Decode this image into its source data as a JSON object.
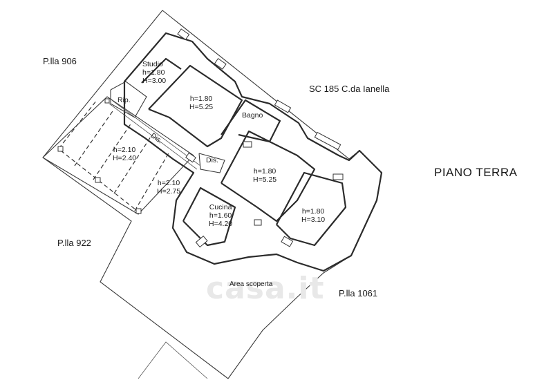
{
  "title": "PIANO TERRA",
  "parcels": {
    "nw": "P.lla 906",
    "ne": "SC 185 C.da Ianella",
    "w": "P.lla 922",
    "se": "P.lla 1061"
  },
  "rooms": {
    "studio": {
      "name": "Studio",
      "h": "h=1.80",
      "H": "H=3.00"
    },
    "room_a": {
      "h": "h=1.80",
      "H": "H=5.25"
    },
    "rip": {
      "name": "Rip."
    },
    "dis_upper": {
      "name": "Dis."
    },
    "dis_lower": {
      "name": "Dis."
    },
    "bagno": {
      "name": "Bagno"
    },
    "porch_1": {
      "h": "h=2.10",
      "H": "H=2.40"
    },
    "porch_2": {
      "h": "h=2.10",
      "H": "H=2.75"
    },
    "room_b": {
      "h": "h=1.80",
      "H": "H=5.25"
    },
    "cucina": {
      "name": "Cucina",
      "h": "h=1.60",
      "H": "H=4.20"
    },
    "room_c": {
      "h": "h=1.80",
      "H": "H=3.10"
    }
  },
  "outdoor": {
    "area": "Area scoperta"
  },
  "watermark": "casa.it"
}
